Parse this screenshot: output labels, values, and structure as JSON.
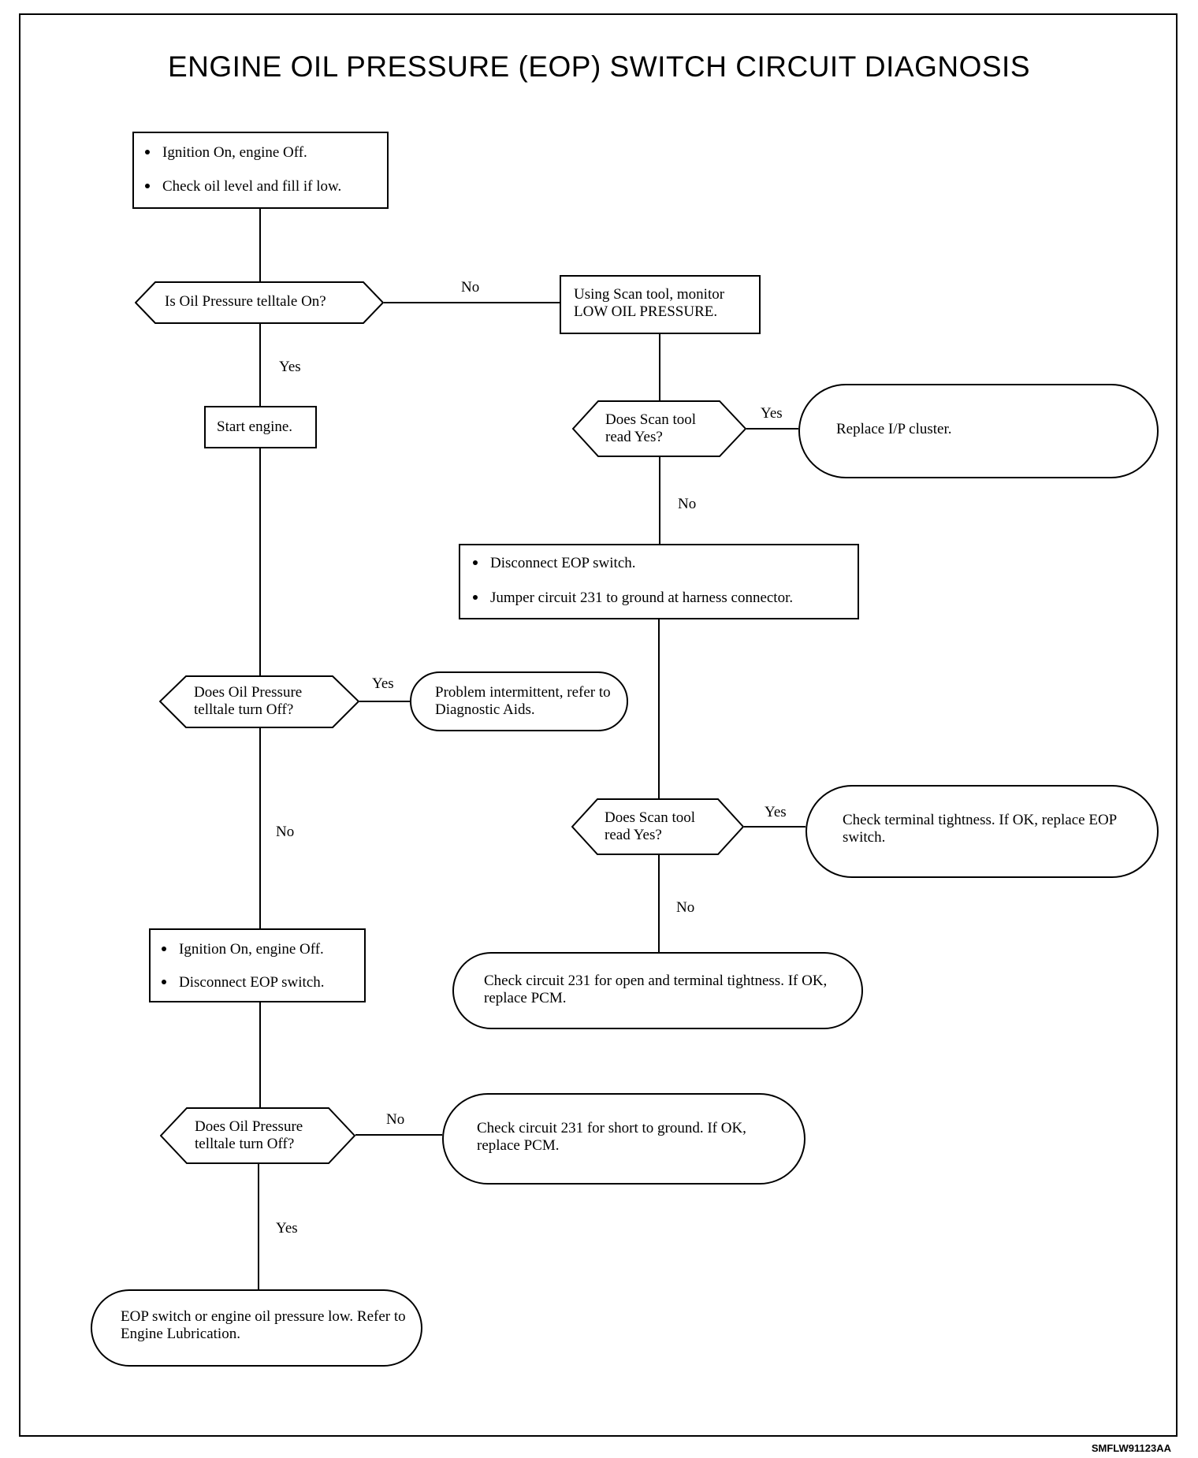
{
  "title": "ENGINE OIL PRESSURE (EOP) SWITCH CIRCUIT DIAGNOSIS",
  "figure_code": "SMFLW91123AA",
  "steps": {
    "start": [
      "Ignition On, engine Off.",
      "Check oil level and fill if low."
    ],
    "start_engine": "Start engine.",
    "scan_monitor": "Using Scan tool, monitor LOW OIL PRESSURE.",
    "disconnect_jumper": [
      "Disconnect EOP switch.",
      "Jumper circuit 231 to ground at harness connector."
    ],
    "ign_disconnect": [
      "Ignition On, engine Off.",
      "Disconnect EOP switch."
    ]
  },
  "decisions": {
    "telltale_on": "Is Oil Pressure telltale On?",
    "scan_read_1": "Does Scan tool read Yes?",
    "telltale_off_1": "Does Oil Pressure telltale turn Off?",
    "scan_read_2": "Does Scan tool read Yes?",
    "telltale_off_2": "Does Oil Pressure telltale turn Off?"
  },
  "results": {
    "replace_ip": "Replace I/P cluster.",
    "intermittent": "Problem intermittent, refer to Diagnostic Aids.",
    "check_terminal": "Check terminal tightness. If OK, replace EOP switch.",
    "check_open": "Check circuit 231 for open and terminal tightness. If OK, replace PCM.",
    "check_short": "Check circuit 231 for short to ground. If OK, replace PCM.",
    "eop_low": "EOP switch or engine oil pressure low. Refer to Engine Lubrication."
  },
  "labels": {
    "no": "No",
    "yes": "Yes"
  }
}
